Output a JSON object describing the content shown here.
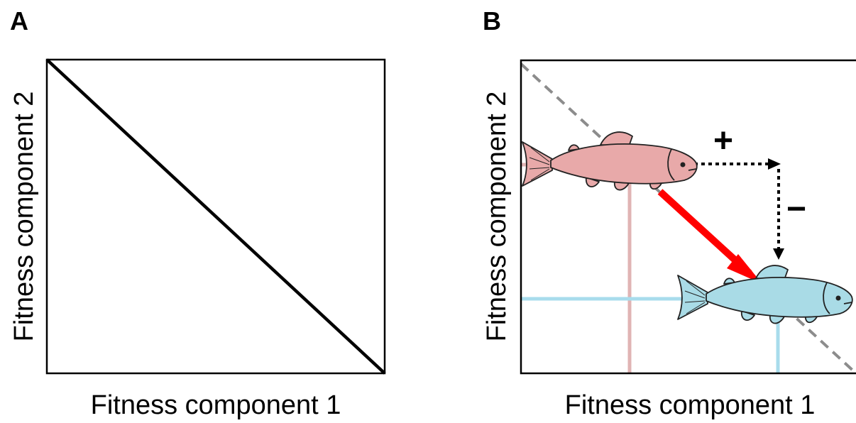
{
  "panel_a": {
    "letter": "A",
    "xlabel": "Fitness component 1",
    "ylabel": "Fitness component 2"
  },
  "panel_b": {
    "letter": "B",
    "xlabel": "Fitness component 1",
    "ylabel": "Fitness component 2",
    "plus_sign": "+",
    "minus_sign": "−"
  },
  "colors": {
    "tradeoff_line": "#000000",
    "dashed_line": "#8c8c8c",
    "arrow": "#ff0000",
    "pink_fish": "#e8a9a9",
    "pink_guide": "#e0b4b4",
    "blue_fish": "#a9dbe6",
    "blue_guide": "#a8dcec"
  },
  "icons": [
    "pink-fish-icon",
    "blue-fish-icon"
  ]
}
